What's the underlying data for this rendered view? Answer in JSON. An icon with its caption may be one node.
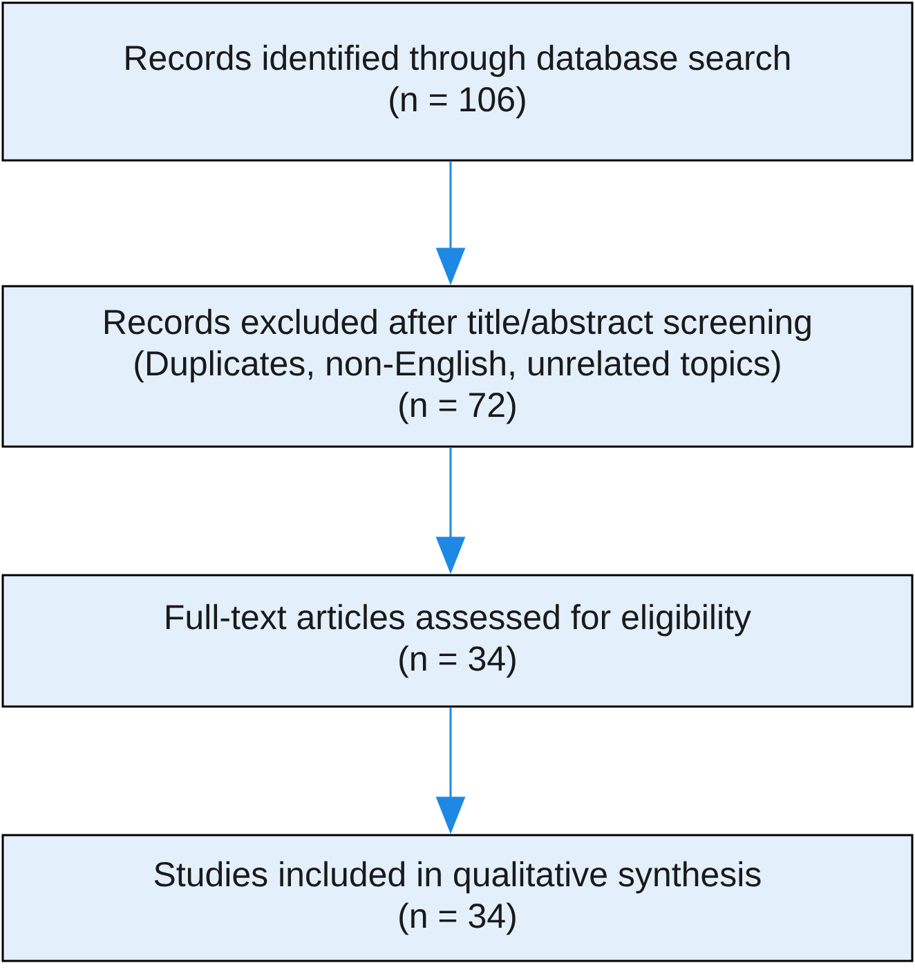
{
  "diagram": {
    "nodes": [
      {
        "text": [
          "Records identified through database search",
          "(n = 106)"
        ]
      },
      {
        "text": [
          "Records excluded after title/abstract screening",
          "(Duplicates, non-English, unrelated topics)",
          "(n = 72)"
        ]
      },
      {
        "text": [
          "Full-text articles assessed for eligibility",
          "(n = 34)"
        ]
      },
      {
        "text": [
          "Studies included in qualitative synthesis",
          "(n = 34)"
        ]
      }
    ],
    "edges": [
      {
        "from": 0,
        "to": 1,
        "arrow": "to"
      },
      {
        "from": 1,
        "to": 2,
        "arrow": "to"
      },
      {
        "from": 2,
        "to": 3,
        "arrow": "to"
      }
    ]
  }
}
